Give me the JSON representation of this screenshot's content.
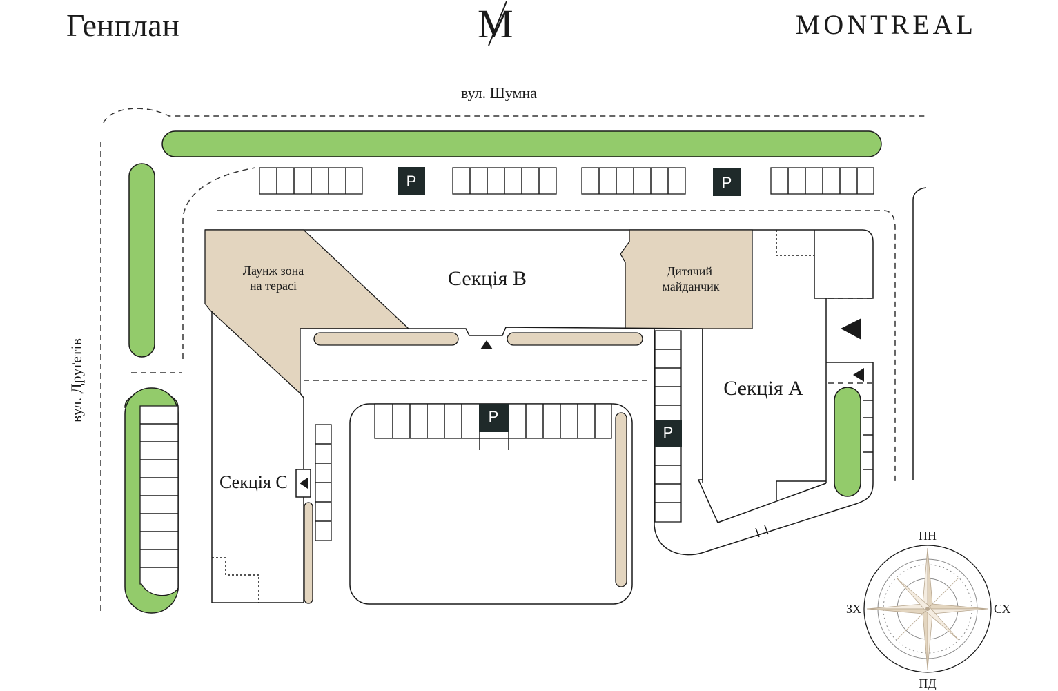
{
  "header": {
    "title": "Генплан",
    "logo_text": "M",
    "brand": "MONTREAL"
  },
  "streets": {
    "north": "вул. Шумна",
    "west": "вул. Друґетів"
  },
  "sections": {
    "a": "Секція А",
    "b": "Секція В",
    "c": "Секція С"
  },
  "amenities": {
    "lounge_line1": "Лаунж зона",
    "lounge_line2": "на терасі",
    "playground_line1": "Дитячий",
    "playground_line2": "майданчик"
  },
  "parking_label": "P",
  "compass": {
    "north": "ПН",
    "south": "ПД",
    "east": "СХ",
    "west": "ЗХ"
  },
  "colors": {
    "green": "#93cb6b",
    "beige": "#e3d5bf",
    "dark": "#1f2a2a",
    "line": "#1a1a1a"
  }
}
